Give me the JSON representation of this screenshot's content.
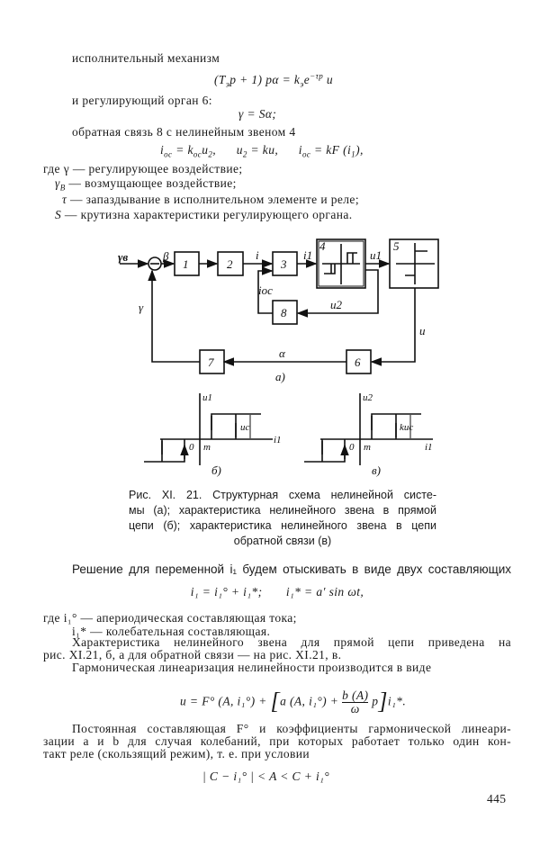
{
  "top": {
    "line1": "исполнительный механизм",
    "eq1": {
      "left": "(T",
      "sub1": "э",
      "mid": "p + 1) pα = k",
      "sub2": "э",
      "e": "e",
      "sup": "−τp",
      "right": " u"
    },
    "line2": "и регулирующий орган 6:",
    "eq2": "γ = Sα;",
    "line3": "обратная связь 8 с нелинейным звеном 4",
    "eq3": {
      "a": "i",
      "a_sub": "oc",
      "b": " = k",
      "b_sub": "oc",
      "c": "u",
      "c_sub": "2",
      "d": ",      u",
      "d_sub": "2",
      "e": " = ku,      i",
      "e_sub": "oc",
      "f": " = kF (i",
      "f_sub": "1",
      "g": "),"
    },
    "defs": [
      {
        "sym": "где γ",
        "text": " — регулирующее воздействие;"
      },
      {
        "sym": "γ",
        "sub": "B",
        "text": " — возмущающее воздействие;"
      },
      {
        "sym": "τ",
        "text": " — запаздывание в исполнительном элементе и реле;"
      },
      {
        "sym": "S",
        "text": " — крутизна характеристики регулирующего органа."
      }
    ]
  },
  "diagram": {
    "blocks": [
      "1",
      "2",
      "3",
      "4",
      "5",
      "6",
      "7",
      "8"
    ],
    "signals": {
      "gamma_b": "γв",
      "beta": "β",
      "i": "i",
      "i1": "i1",
      "u1": "u1",
      "ioc": "ioc",
      "u2": "u2",
      "u": "u",
      "alpha": "α",
      "gamma": "γ"
    },
    "part_a": "а)",
    "plot_b": {
      "y": "u1",
      "x": "i1",
      "zero": "0",
      "m": "m",
      "level": "uc",
      "label": "б)"
    },
    "plot_c": {
      "y": "u2",
      "x": "i1",
      "zero": "0",
      "m": "m",
      "level": "kuc",
      "label": "в)"
    }
  },
  "caption": [
    "Рис. XI. 21. Структурная схема нелинейной систе-",
    "мы (а); характеристика нелинейного звена в прямой",
    "цепи (б); характеристика нелинейного звена в цепи",
    "обратной связи (в)"
  ],
  "body": {
    "p1": "Решение для переменной i₁ будем отыскивать в виде двух составляющих",
    "eq4": "i₁ = i₁° + i₁*;       i₁* = a′ sin ωt,",
    "defs2": [
      "где i₁° — апериодическая составляющая тока;",
      "i₁* — колебательная составляющая."
    ],
    "p2": [
      "Характеристика нелинейного звена для прямой цепи приведена на",
      "рис. XI.21, б, а для обратной связи — на рис. XI.21, в."
    ],
    "p3": "Гармоническая линеаризация нелинейности производится в виде",
    "eq5": {
      "left": "u = F° (A, i₁°) + ",
      "inner": "a (A, i₁°) + ",
      "num": "b (A)",
      "den": "ω",
      "p": "p",
      "right": "i₁*."
    },
    "p4": [
      "Постоянная составляющая F° и коэффициенты гармонической линеари-",
      "зации a и b для случая колебаний, при которых работает только один кон-",
      "такт реле (скользящий режим), т. е. при условии"
    ],
    "eq6": "| C − i₁° | < A < C + i₁°",
    "page_number": "445"
  }
}
